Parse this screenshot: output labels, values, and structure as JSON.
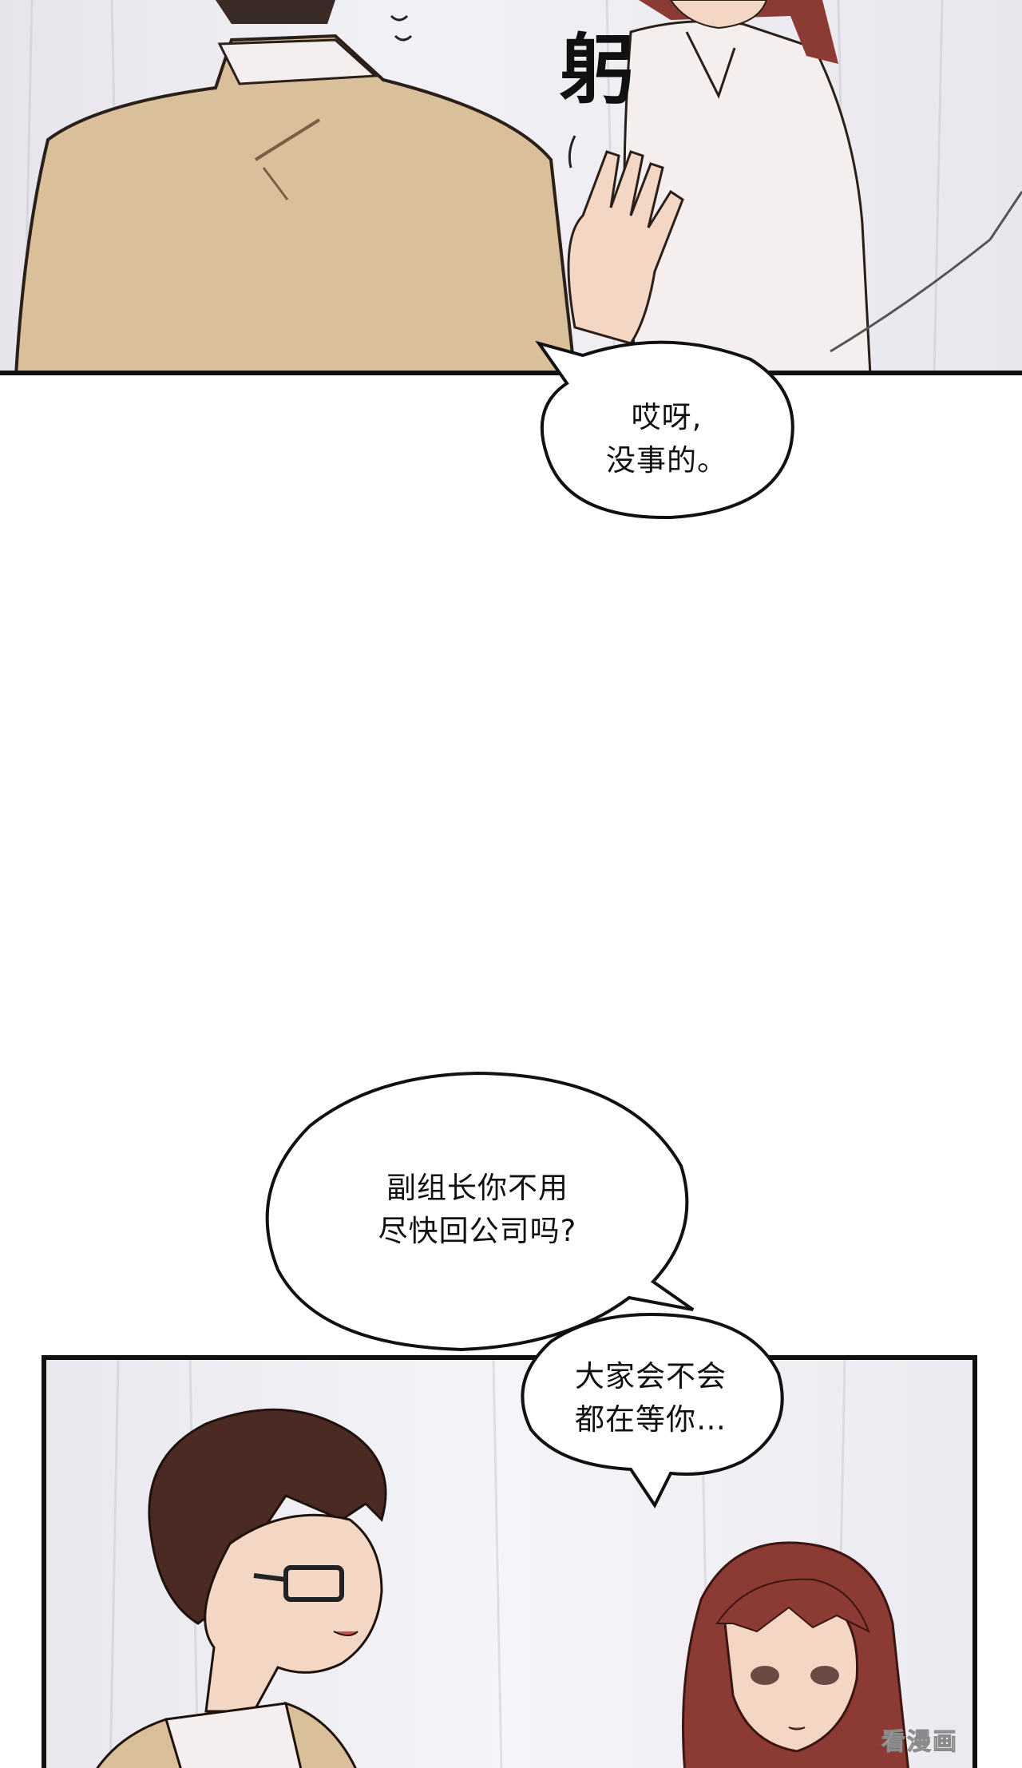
{
  "panels": {
    "top": {
      "sfx_text": "躬",
      "speech_bubble": {
        "lines": [
          "哎呀,",
          "没事的。"
        ]
      }
    },
    "middle": {
      "speech_bubble": {
        "lines": [
          "副组长你不用",
          "尽快回公司吗?"
        ]
      }
    },
    "bottom": {
      "speech_bubble": {
        "lines": [
          "大家会不会",
          "都在等你…"
        ]
      },
      "watermark": "看漫画"
    }
  },
  "colors": {
    "panel_border": "#111111",
    "jacket": "#d9bf9a",
    "shirt": "#f4eeee",
    "hair_brown": "#4a2a22",
    "hair_red": "#8c3a34",
    "skin": "#f3d6c4"
  }
}
